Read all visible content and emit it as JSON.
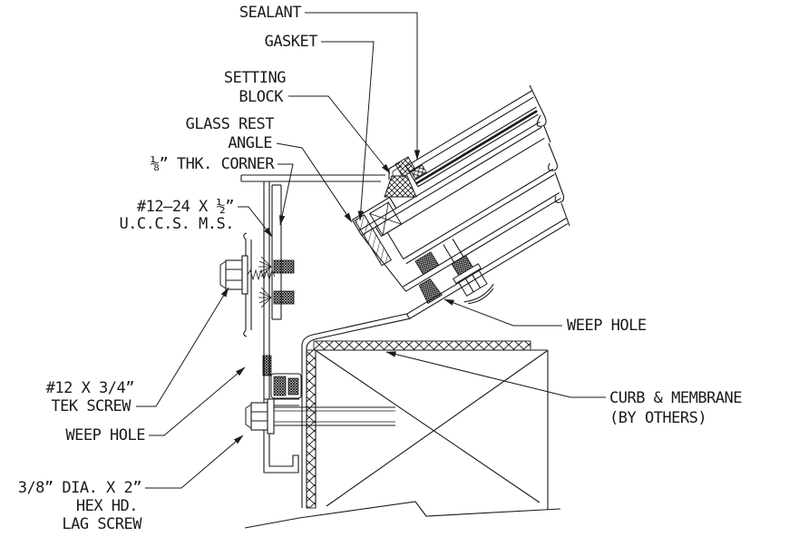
{
  "drawing": {
    "type": "architectural-section-detail",
    "colors": {
      "ink": "#1a1a1a",
      "background": "#ffffff"
    },
    "labels": {
      "sealant": "SEALANT",
      "gasket": "GASKET",
      "setting_block_1": "SETTING",
      "setting_block_2": "BLOCK",
      "glass_rest_1": "GLASS REST",
      "glass_rest_2": "ANGLE",
      "thk_corner": "⅛” THK. CORNER",
      "machine_screw_1": "#12–24 X ½”",
      "machine_screw_2": "U.C.C.S. M.S.",
      "tek_screw_1": "#12 X 3/4”",
      "tek_screw_2": "TEK SCREW",
      "weep_hole_left": "WEEP HOLE",
      "lag_screw_1": "3/8” DIA. X 2”",
      "lag_screw_2": "HEX HD.",
      "lag_screw_3": "LAG SCREW",
      "weep_hole_right": "WEEP HOLE",
      "curb_membrane_1": "CURB & MEMBRANE",
      "curb_membrane_2": "(BY OTHERS)"
    }
  }
}
